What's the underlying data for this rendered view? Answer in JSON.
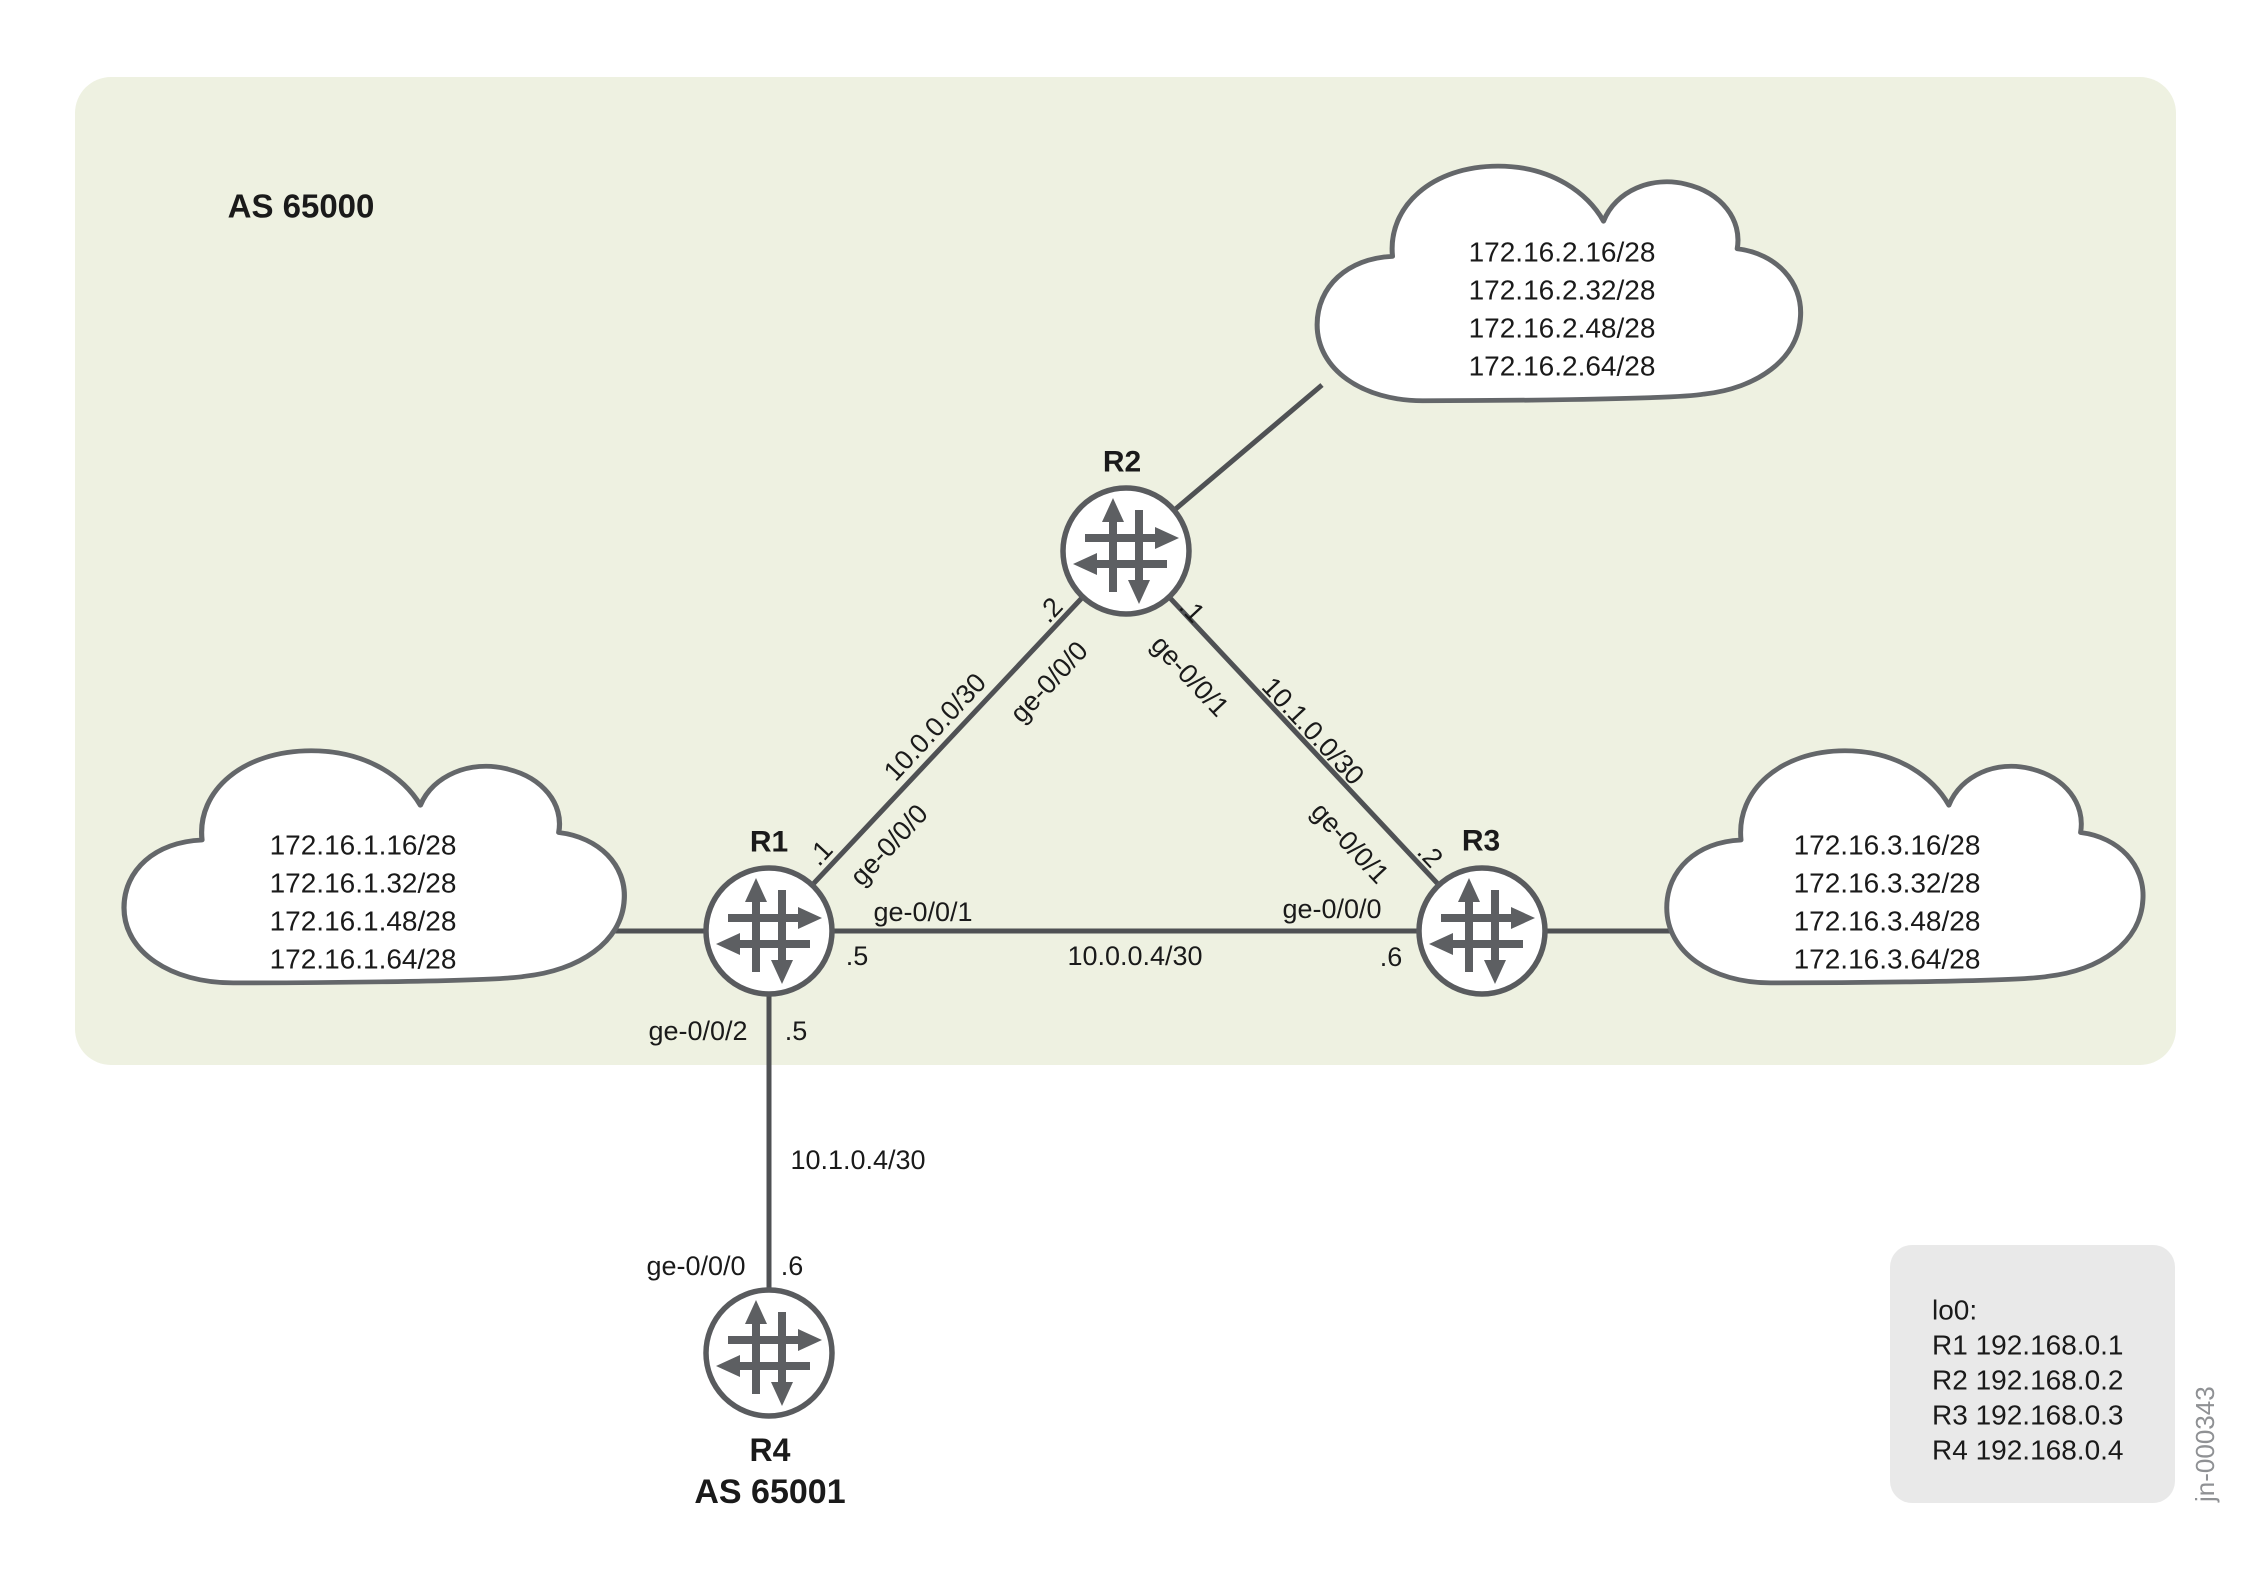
{
  "figure": {
    "as_region": "AS 65000",
    "figure_id": "jn-000343"
  },
  "colors": {
    "region_bg": "#eef1e1",
    "line": "#4f5154",
    "icon": "#5d5f62",
    "text": "#1a1a1a",
    "legend_bg": "#e9e9e9",
    "cloud_stroke": "#64676a",
    "figure_id_color": "#8f9194"
  },
  "routers": [
    {
      "name": "R1"
    },
    {
      "name": "R2"
    },
    {
      "name": "R3"
    },
    {
      "name": "R4",
      "as": "AS 65001"
    }
  ],
  "clouds": {
    "left": {
      "prefixes": [
        "172.16.1.16/28",
        "172.16.1.32/28",
        "172.16.1.48/28",
        "172.16.1.64/28"
      ]
    },
    "top": {
      "prefixes": [
        "172.16.2.16/28",
        "172.16.2.32/28",
        "172.16.2.48/28",
        "172.16.2.64/28"
      ]
    },
    "right": {
      "prefixes": [
        "172.16.3.16/28",
        "172.16.3.32/28",
        "172.16.3.48/28",
        "172.16.3.64/28"
      ]
    }
  },
  "links": [
    {
      "subnet": "10.0.0.0/30",
      "end_a": {
        "router": "R1",
        "iface": "ge-0/0/0",
        "host": ".1"
      },
      "end_b": {
        "router": "R2",
        "iface": "ge-0/0/0",
        "host": ".2"
      }
    },
    {
      "subnet": "10.1.0.0/30",
      "end_a": {
        "router": "R2",
        "iface": "ge-0/0/1",
        "host": ".1"
      },
      "end_b": {
        "router": "R3",
        "iface": "ge-0/0/1",
        "host": ".2"
      }
    },
    {
      "subnet": "10.0.0.4/30",
      "end_a": {
        "router": "R1",
        "iface": "ge-0/0/1",
        "host": ".5"
      },
      "end_b": {
        "router": "R3",
        "iface": "ge-0/0/0",
        "host": ".6"
      }
    },
    {
      "subnet": "10.1.0.4/30",
      "end_a": {
        "router": "R1",
        "iface": "ge-0/0/2",
        "host": ".5"
      },
      "end_b": {
        "router": "R4",
        "iface": "ge-0/0/0",
        "host": ".6"
      }
    }
  ],
  "legend": {
    "title": "lo0:",
    "entries": [
      "R1 192.168.0.1",
      "R2 192.168.0.2",
      "R3 192.168.0.3",
      "R4 192.168.0.4"
    ]
  }
}
